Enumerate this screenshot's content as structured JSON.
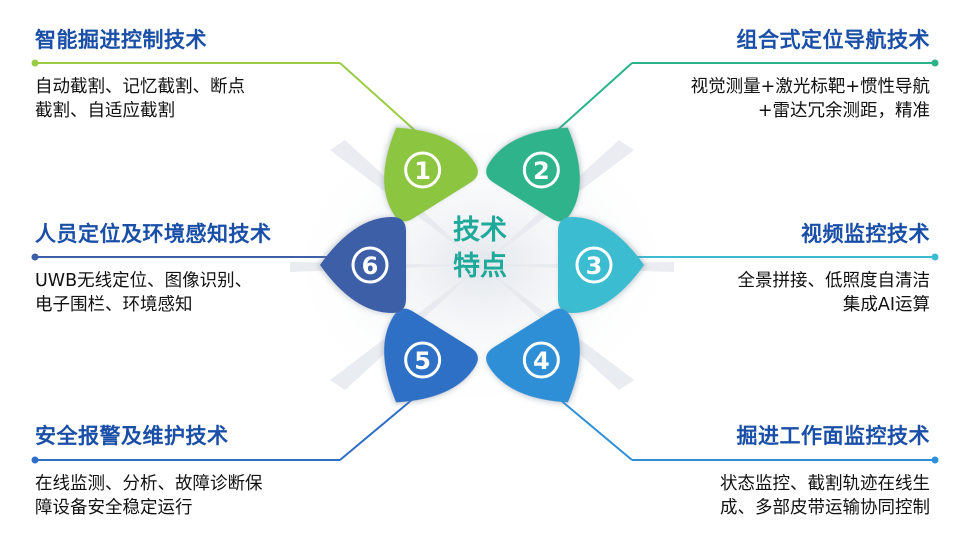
{
  "center": {
    "line1": "技术",
    "line2": "特点"
  },
  "features": [
    {
      "num": "①",
      "title": "智能掘进控制技术",
      "lines": [
        "自动截割、记忆截割、断点",
        "截割、自适应截割"
      ],
      "color": "#8cc63f"
    },
    {
      "num": "②",
      "title": "组合式定位导航技术",
      "lines": [
        "视觉测量+激光标靶+惯性导航",
        "+雷达冗余测距，精准"
      ],
      "color": "#2db38a"
    },
    {
      "num": "③",
      "title": "视频监控技术",
      "lines": [
        "全景拼接、低照度自清洁",
        "集成AI运算"
      ],
      "color": "#3bbcd0"
    },
    {
      "num": "④",
      "title": "掘进工作面监控技术",
      "lines": [
        "状态监控、截割轨迹在线生",
        "成、多部皮带运输协同控制"
      ],
      "color": "#2f8fd6"
    },
    {
      "num": "⑤",
      "title": "安全报警及维护技术",
      "lines": [
        "在线监测、分析、故障诊断保",
        "障设备安全稳定运行"
      ],
      "color": "#2d6fc6"
    },
    {
      "num": "⑥",
      "title": "人员定位及环境感知技术",
      "lines": [
        "UWB无线定位、图像识别、",
        "电子围栏、环境感知"
      ],
      "color": "#3d5fa8"
    }
  ],
  "colors": {
    "title": "#1a4fa8",
    "center_text": "#1fa99a",
    "connector_1": "#9acd43",
    "connector_2": "#2db38a",
    "connector_3": "#3bbcd0",
    "connector_4": "#2f8fd6",
    "connector_5": "#2d6fc6",
    "connector_6": "#3d5fa8"
  }
}
